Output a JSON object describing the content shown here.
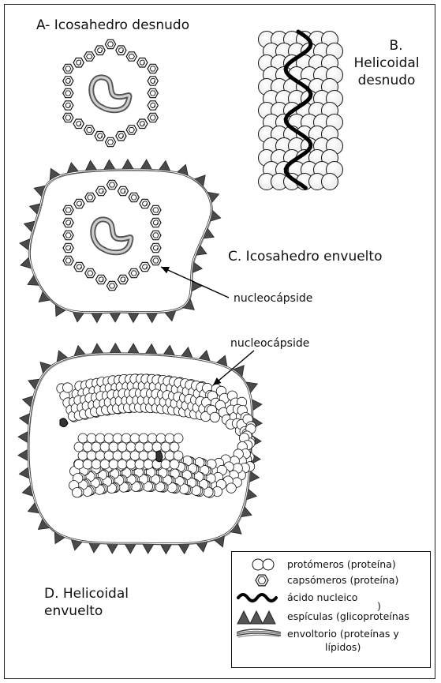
{
  "labels": {
    "a": "A- Icosahedro desnudo",
    "b_line1": "B.",
    "b_line2": "Helicoidal",
    "b_line3": "desnudo",
    "c": "C. Icosahedro envuelto",
    "nucleocapside_1": "nucleocápside",
    "nucleocapside_2": "nucleocápside",
    "d_line1": "D. Helicoidal",
    "d_line2": "envuelto"
  },
  "legend": {
    "protomeros": "protómeros (proteína)",
    "capsomeros": "capsómeros (proteína)",
    "acido": "ácido nucleico",
    "paren": ")",
    "espiculas": "espículas (glicoproteínas",
    "envoltorio_line1": "envoltorio (proteínas y",
    "envoltorio_line2": "lípidos)"
  },
  "colors": {
    "spike": "#4a4a4a",
    "ink": "#111111"
  }
}
